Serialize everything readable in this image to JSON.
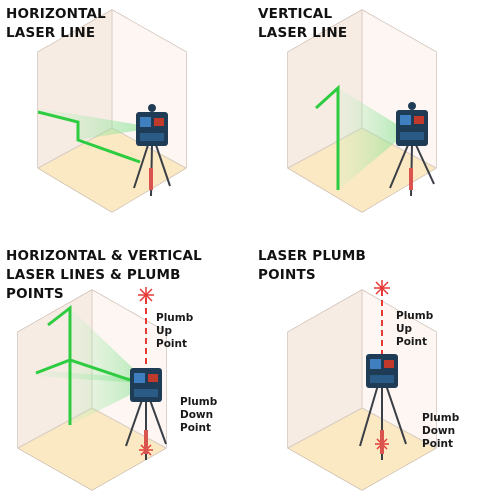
{
  "panels": [
    {
      "title": "HORIZONTAL\nLASER LINE"
    },
    {
      "title": "VERTICAL\nLASER LINE"
    },
    {
      "title": "HORIZONTAL & VERTICAL\nLASER LINES &  PLUMB\nPOINTS",
      "callouts": {
        "up": "Plumb\nUp\nPoint",
        "down": "Plumb\nDown\nPoint"
      }
    },
    {
      "title": "LASER PLUMB\nPOINTS",
      "callouts": {
        "up": "Plumb\nUp\nPoint",
        "down": "Plumb\nDown\nPoint"
      }
    }
  ],
  "colors": {
    "laser_green": "#2ecc40",
    "plumb_red": "#e53935",
    "floor": "#fbe9c4",
    "wall_left": "#f7ece4",
    "wall_back": "#fbf3ee",
    "room_outline": "#c4b4a8",
    "tool_body": "#1f3c57"
  },
  "icons": [
    "laser-level-icon",
    "tripod-icon",
    "plumb-star-icon"
  ]
}
